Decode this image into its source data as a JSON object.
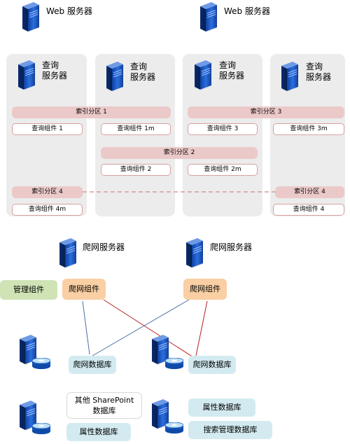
{
  "web_servers": [
    "Web 服务器",
    "Web 服务器"
  ],
  "query_servers": [
    "查询\n服务器",
    "查询\n服务器",
    "查询\n服务器",
    "查询\n服务器"
  ],
  "index_partitions": {
    "p1": "索引分区 1",
    "p3": "索引分区 3",
    "p2": "索引分区 2",
    "p4_left": "索引分区 4",
    "p4_right": "索引分区 4"
  },
  "query_components": {
    "c1": "查询组件 1",
    "c1m": "查询组件 1m",
    "c3": "查询组件 3",
    "c3m": "查询组件 3m",
    "c2": "查询组件 2",
    "c2m": "查询组件 2m",
    "c4m": "查询组件 4m",
    "c4": "查询组件 4"
  },
  "crawl_servers": [
    "爬网服务器",
    "爬网服务器"
  ],
  "crawl_components": [
    "爬网组件",
    "爬网组件"
  ],
  "admin_component": "管理组件",
  "crawl_databases": [
    "爬网数据库",
    "爬网数据库"
  ],
  "other_sharepoint_db": "其他 SharePoint\n数据库",
  "property_dbs": [
    "属性数据库",
    "属性数据库"
  ],
  "search_admin_db": "搜索管理数据库",
  "colors": {
    "query_bg": "#ececec",
    "partition": "#ecc9c9",
    "crawl_component": "#f9cfa3",
    "admin_component": "#cfe3b5",
    "database_label": "#d3ebf0",
    "link_blue": "#4a6fa5",
    "link_red": "#b82020",
    "dashed": "#d08a8a"
  },
  "icons": [
    "server-icon",
    "database-icon"
  ]
}
